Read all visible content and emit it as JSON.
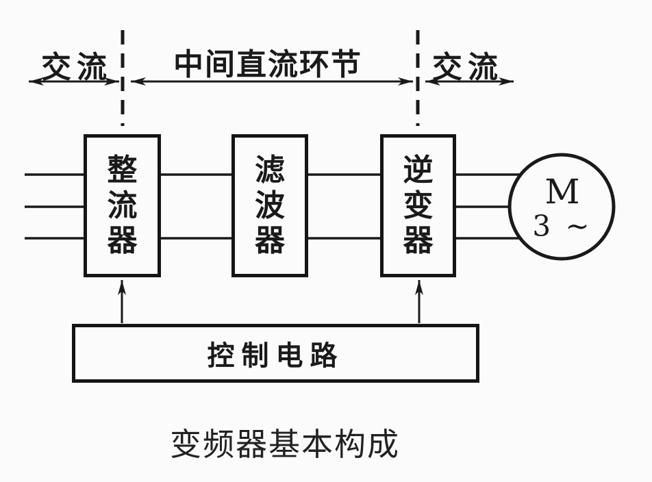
{
  "caption": "变频器基本构成",
  "zones": {
    "left": "交流",
    "middle": "中间直流环节",
    "right": "交流"
  },
  "blocks": {
    "rectifier": "整流器",
    "filter": "滤波器",
    "inverter": "逆变器",
    "control": "控制电路"
  },
  "motor": {
    "symbol": "M",
    "phases": "3 ~"
  },
  "colors": {
    "ink": "#1a1a1a",
    "background": "#fbfbfb"
  }
}
